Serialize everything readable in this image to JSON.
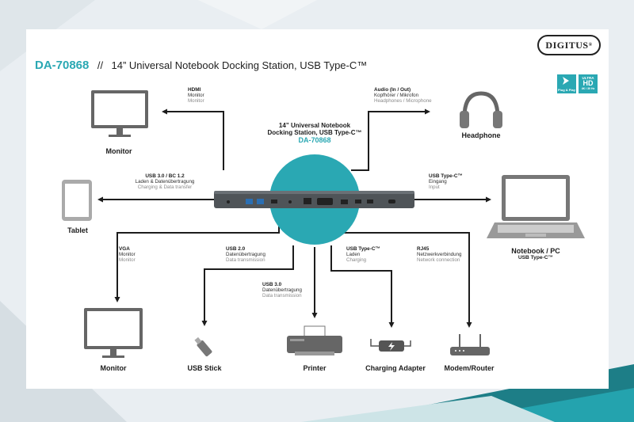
{
  "header": {
    "product_code": "DA-70868",
    "separator": "//",
    "title": "14” Universal Notebook Docking Station, USB Type-C™"
  },
  "brand": {
    "logo_text": "DIGITUS",
    "logo_mark": "®"
  },
  "badges": {
    "plug_play": {
      "label": "Plug & Play"
    },
    "uhd": {
      "line1": "ULTRA",
      "line2": "HD",
      "line3": "4K / 30 Hz"
    }
  },
  "center": {
    "line1": "14” Universal Notebook",
    "line2": "Docking Station, USB Type-C™",
    "code": "DA-70868"
  },
  "ports": {
    "hdmi": {
      "title": "HDMI",
      "de": "Monitor",
      "en": "Monitor"
    },
    "audio": {
      "title": "Audio (In / Out)",
      "de": "Kopfhörer / Mikrofon",
      "en": "Headphones / Microphone"
    },
    "usb3_bc": {
      "title": "USB 3.0 / BC 1.2",
      "de": "Laden & Datenübertragung",
      "en": "Charging & Data transfer"
    },
    "usbc_in": {
      "title": "USB Type-C™",
      "de": "Eingang",
      "en": "Input"
    },
    "vga": {
      "title": "VGA",
      "de": "Monitor",
      "en": "Monitor"
    },
    "usb2": {
      "title": "USB 2.0",
      "de": "Datenübertragung",
      "en": "Data transmission"
    },
    "usb3": {
      "title": "USB 3.0",
      "de": "Datenübertragung",
      "en": "Data transmission"
    },
    "usbc_charge": {
      "title": "USB Type-C™",
      "de": "Laden",
      "en": "Charging"
    },
    "rj45": {
      "title": "RJ45",
      "de": "Netzwerkverbindung",
      "en": "Network connection"
    }
  },
  "devices": {
    "monitor_top": "Monitor",
    "headphone": "Headphone",
    "tablet": "Tablet",
    "notebook_line1": "Notebook  /  PC",
    "notebook_line2": "USB Type-C™",
    "monitor_bottom": "Monitor",
    "usb_stick": "USB Stick",
    "printer": "Printer",
    "charging_adapter": "Charging Adapter",
    "router": "Modem/Router"
  },
  "colors": {
    "accent": "#2aa8b3",
    "dark": "#1c1c1c",
    "muted": "#8a8a8a"
  }
}
